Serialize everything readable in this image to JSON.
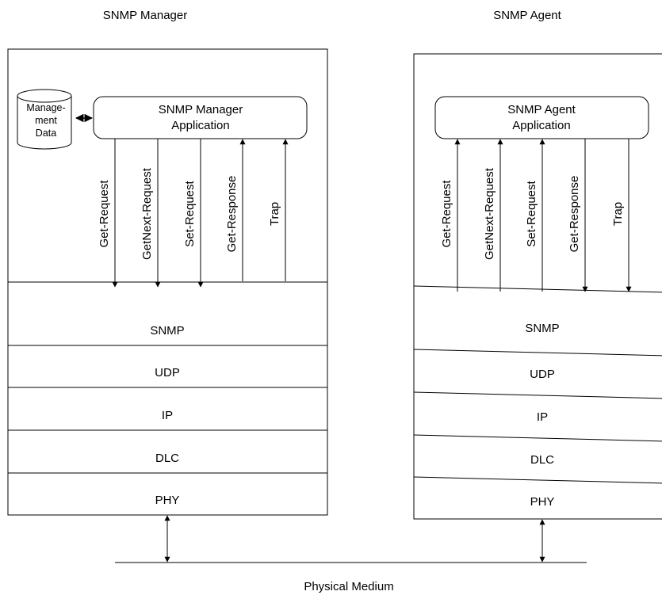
{
  "manager": {
    "title": "SNMP Manager",
    "app_label_line1": "SNMP Manager",
    "app_label_line2": "Application",
    "db_label_line1": "Manage-",
    "db_label_line2": "ment",
    "db_label_line3": "Data",
    "messages": [
      "Get-Request",
      "GetNext-Request",
      "Set-Request",
      "Get-Response",
      "Trap"
    ],
    "layers": [
      "SNMP",
      "UDP",
      "IP",
      "DLC",
      "PHY"
    ]
  },
  "agent": {
    "title": "SNMP Agent",
    "app_label_line1": "SNMP Agent",
    "app_label_line2": "Application",
    "messages": [
      "Get-Request",
      "GetNext-Request",
      "Set-Request",
      "Get-Response",
      "Trap"
    ],
    "layers": [
      "SNMP",
      "UDP",
      "IP",
      "DLC",
      "PHY"
    ]
  },
  "medium": {
    "label": "Physical Medium"
  },
  "colors": {
    "stroke": "#000000",
    "background": "#ffffff"
  }
}
